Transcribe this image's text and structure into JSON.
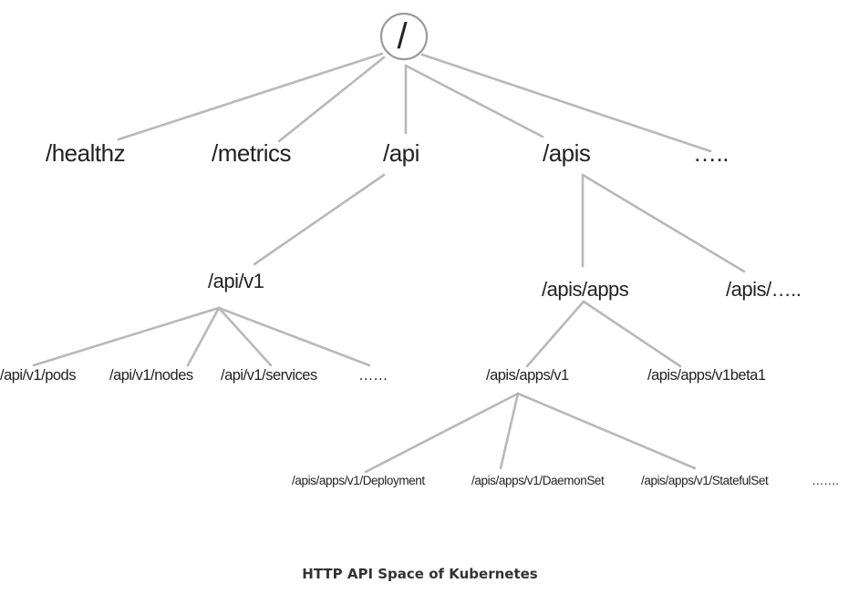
{
  "diagram": {
    "root": "/",
    "level1": {
      "healthz": "/healthz",
      "metrics": "/metrics",
      "api": "/api",
      "apis": "/apis",
      "more": "….."
    },
    "api_branch": {
      "v1": "/api/v1",
      "children": {
        "pods": "/api/v1/pods",
        "nodes": "/api/v1/nodes",
        "services": "/api/v1/services",
        "more": "……"
      }
    },
    "apis_branch": {
      "apps": "/apis/apps",
      "more": "/apis/…..",
      "apps_children": {
        "v1": "/apis/apps/v1",
        "v1beta1": "/apis/apps/v1beta1"
      },
      "v1_children": {
        "deployment": "/apis/apps/v1/Deployment",
        "daemonset": "/apis/apps/v1/DaemonSet",
        "statefulset": "/apis/apps/v1/StatefulSet",
        "more": "……."
      }
    }
  },
  "caption": "HTTP API Space of Kubernetes"
}
